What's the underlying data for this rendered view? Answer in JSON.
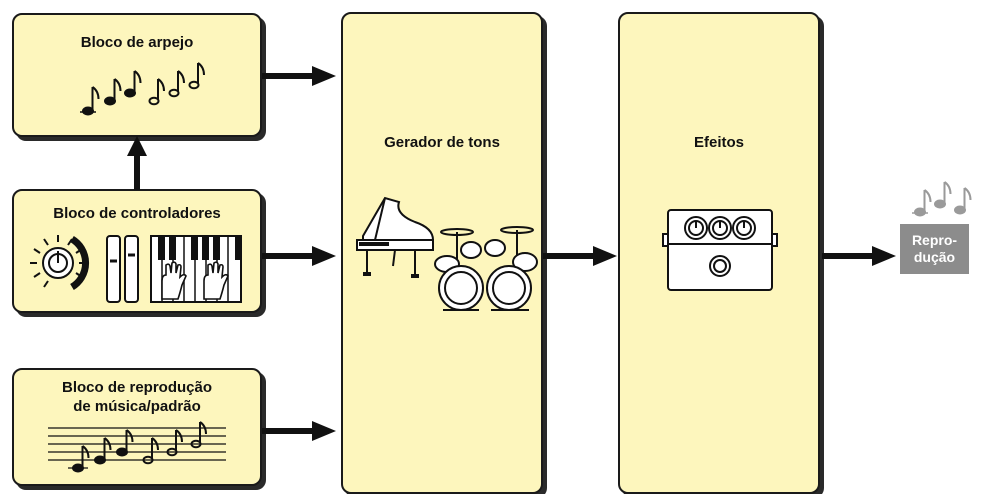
{
  "blocks": {
    "arpeggio": {
      "title": "Bloco de arpejo"
    },
    "controller": {
      "title": "Bloco de controladores"
    },
    "song": {
      "title_line1": "Bloco de reprodução",
      "title_line2": "de música/padrão"
    },
    "tone_generator": {
      "title": "Gerador de tons"
    },
    "effects": {
      "title": "Efeitos"
    }
  },
  "output": {
    "line1": "Repro-",
    "line2": "dução"
  },
  "colors": {
    "block_fill": "#fdf6bd",
    "border": "#1a1a1a",
    "output_fill": "#8c8c8c",
    "note_gray": "#9a9a9a"
  }
}
